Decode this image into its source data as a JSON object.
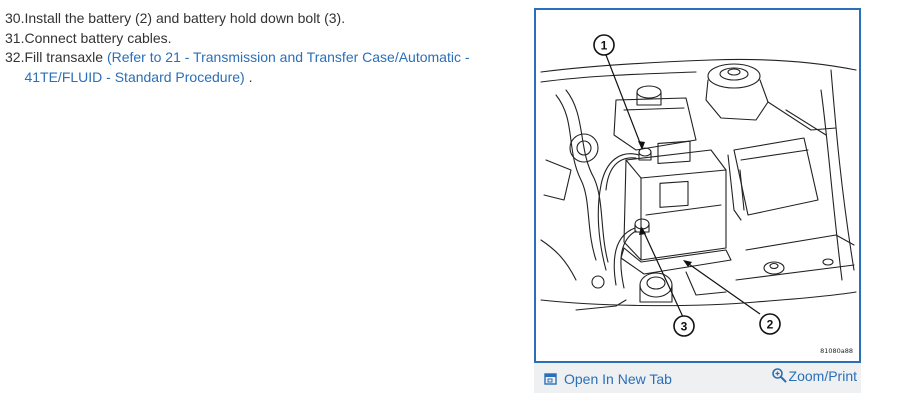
{
  "steps": [
    {
      "num": "30.",
      "text": "Install the battery (2) and battery hold down bolt (3)."
    },
    {
      "num": "31.",
      "text": "Connect battery cables."
    },
    {
      "num": "32.",
      "text": "Fill transaxle ",
      "link": "(Refer to 21 - Transmission and Transfer Case/Automatic - 41TE/FLUID - Standard Procedure)",
      "suffix": " ."
    }
  ],
  "figure": {
    "callouts": [
      "1",
      "2",
      "3"
    ],
    "code": "81080a88",
    "open_tab_label": "Open In New Tab",
    "zoom_label": "Zoom/Print"
  },
  "colors": {
    "link": "#2a6fb8",
    "text": "#333333",
    "toolbar_bg": "#eef0f2"
  }
}
